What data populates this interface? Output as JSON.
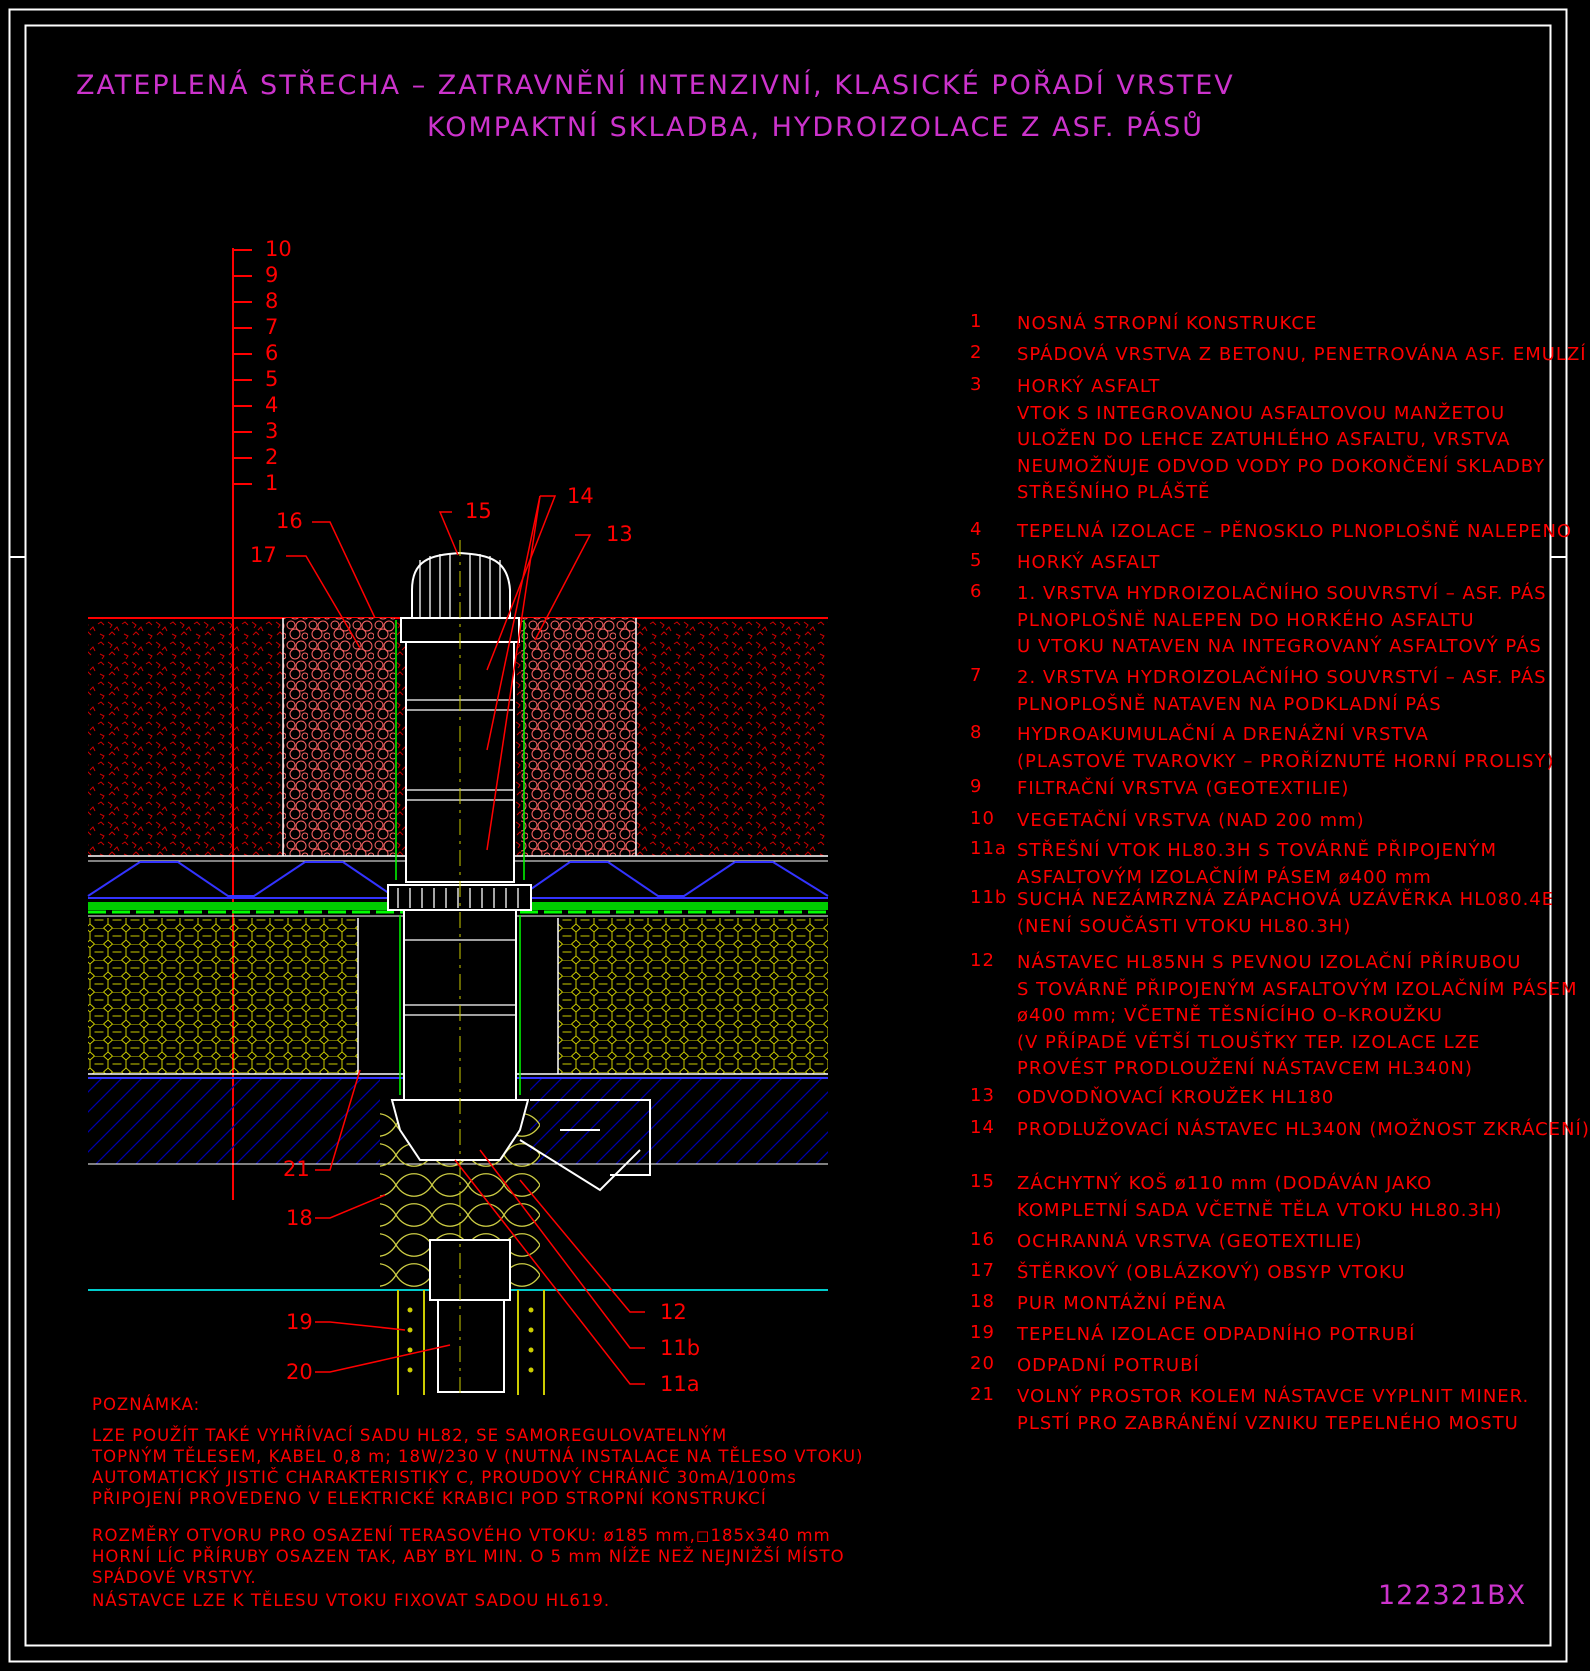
{
  "title": {
    "line1": "ZATEPLENÁ STŘECHA – ZATRAVNĚNÍ INTENZIVNÍ, KLASICKÉ POŘADÍ VRSTEV",
    "line2": "KOMPAKTNÍ SKLADBA, HYDROIZOLACE Z ASF. PÁSŮ"
  },
  "layer_scale": [
    "10",
    "9",
    "8",
    "7",
    "6",
    "5",
    "4",
    "3",
    "2",
    "1"
  ],
  "callouts": {
    "c16": "16",
    "c17": "17",
    "c15": "15",
    "c14": "14",
    "c13": "13",
    "c21": "21",
    "c18": "18",
    "c19": "19",
    "c20": "20",
    "c12": "12",
    "c11b": "11b",
    "c11a": "11a"
  },
  "legend": [
    {
      "num": "1",
      "text": "NOSNÁ STROPNÍ KONSTRUKCE"
    },
    {
      "num": "2",
      "text": "SPÁDOVÁ VRSTVA Z BETONU, PENETROVÁNA ASF. EMULZÍ"
    },
    {
      "num": "3",
      "text": "HORKÝ ASFALT\nVTOK S INTEGROVANOU ASFALTOVOU MANŽETOU\nULOŽEN DO LEHCE ZATUHLÉHO ASFALTU, VRSTVA\nNEUMOŽŇUJE ODVOD VODY PO DOKONČENÍ SKLADBY\nSTŘEŠNÍHO PLÁŠTĚ"
    },
    {
      "num": "4",
      "text": "TEPELNÁ IZOLACE – PĚNOSKLO PLNOPLOŠNĚ NALEPENO"
    },
    {
      "num": "5",
      "text": "HORKÝ ASFALT"
    },
    {
      "num": "6",
      "text": "1. VRSTVA HYDROIZOLAČNÍHO SOUVRSTVÍ – ASF. PÁS\nPLNOPLOŠNĚ NALEPEN DO HORKÉHO ASFALTU\nU VTOKU NATAVEN NA INTEGROVANÝ ASFALTOVÝ PÁS"
    },
    {
      "num": "7",
      "text": "2. VRSTVA HYDROIZOLAČNÍHO SOUVRSTVÍ – ASF. PÁS\nPLNOPLOŠNĚ NATAVEN NA PODKLADNÍ PÁS"
    },
    {
      "num": "8",
      "text": "HYDROAKUMULAČNÍ A DRENÁŽNÍ VRSTVA\n(PLASTOVÉ TVAROVKY – PROŘÍZNUTÉ HORNÍ PROLISY)"
    },
    {
      "num": "9",
      "text": "FILTRAČNÍ VRSTVA (GEOTEXTILIE)"
    },
    {
      "num": "10",
      "text": "VEGETAČNÍ VRSTVA (NAD 200 mm)"
    },
    {
      "num": "11a",
      "text": "STŘEŠNÍ VTOK HL80.3H S TOVÁRNĚ PŘIPOJENÝM\nASFALTOVÝM IZOLAČNÍM PÁSEM ø400 mm"
    },
    {
      "num": "11b",
      "text": "SUCHÁ NEZÁMRZNÁ ZÁPACHOVÁ UZÁVĚRKA HL080.4E\n(NENÍ SOUČÁSTI VTOKU HL80.3H)"
    },
    {
      "num": "12",
      "text": "NÁSTAVEC HL85NH S PEVNOU IZOLAČNÍ PŘÍRUBOU\nS TOVÁRNĚ PŘIPOJENÝM ASFALTOVÝM IZOLAČNÍM PÁSEM\nø400 mm; VČETNĚ TĚSNÍCÍHO O–KROUŽKU\n(V PŘÍPADĚ VĚTŠÍ TLOUŠŤKY TEP. IZOLACE LZE\nPROVÉST PRODLOUŽENÍ NÁSTAVCEM HL340N)"
    },
    {
      "num": "13",
      "text": "ODVODŇOVACÍ KROUŽEK HL180"
    },
    {
      "num": "14",
      "text": "PRODLUŽOVACÍ NÁSTAVEC HL340N (MOŽNOST ZKRÁCENÍ)"
    },
    {
      "num": "15",
      "text": "ZÁCHYTNÝ KOŠ ø110 mm (DODÁVÁN JAKO\nKOMPLETNÍ SADA VČETNĚ TĚLA VTOKU HL80.3H)"
    },
    {
      "num": "16",
      "text": "OCHRANNÁ VRSTVA (GEOTEXTILIE)"
    },
    {
      "num": "17",
      "text": "ŠTĚRKOVÝ (OBLÁZKOVÝ) OBSYP VTOKU"
    },
    {
      "num": "18",
      "text": "PUR MONTÁŽNÍ PĚNA"
    },
    {
      "num": "19",
      "text": "TEPELNÁ IZOLACE ODPADNÍHO POTRUBÍ"
    },
    {
      "num": "20",
      "text": "ODPADNÍ POTRUBÍ"
    },
    {
      "num": "21",
      "text": "VOLNÝ PROSTOR KOLEM NÁSTAVCE VYPLNIT MINER.\nPLSTÍ PRO ZABRÁNĚNÍ VZNIKU TEPELNÉHO MOSTU"
    }
  ],
  "note": {
    "heading": "POZNÁMKA:",
    "para1": "LZE POUŽÍT TAKÉ VYHŘÍVACÍ SADU HL82, SE SAMOREGULOVATELNÝM\nTOPNÝM TĚLESEM, KABEL 0,8 m; 18W/230 V (NUTNÁ INSTALACE NA TĚLESO VTOKU)\nAUTOMATICKÝ JISTIČ CHARAKTERISTIKY C, PROUDOVÝ CHRÁNIČ 30mA/100ms\nPŘIPOJENÍ PROVEDENO V ELEKTRICKÉ KRABICI POD STROPNÍ KONSTRUKCÍ",
    "para2": "ROZMĚRY OTVORU PRO OSAZENÍ TERASOVÉHO VTOKU: ø185 mm,◻185x340 mm\nHORNÍ LÍC PŘÍRUBY OSAZEN TAK, ABY BYL MIN. O 5 mm NÍŽE NEŽ NEJNIŽŠÍ MÍSTO\nSPÁDOVÉ VRSTVY.",
    "para3": "NÁSTAVCE LZE K TĚLESU VTOKU FIXOVAT SADOU HL619."
  },
  "drawing_code": "122321BX",
  "colors": {
    "background": "#000000",
    "frame": "#ffffff",
    "title": "#cc33cc",
    "annotation": "#ff0000",
    "drainage": "#0000ff",
    "membrane": "#00ff00",
    "insulation": "#ffff00",
    "ground_line": "#00cccc"
  }
}
